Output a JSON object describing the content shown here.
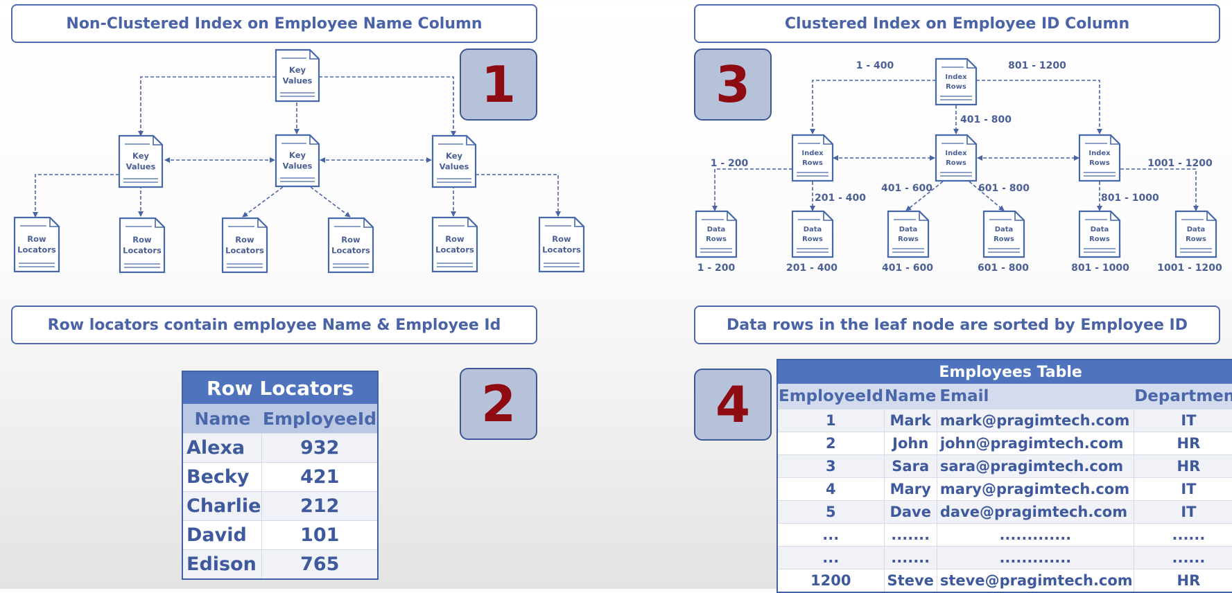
{
  "banners": {
    "top_left": "Non-Clustered Index on Employee Name Column",
    "top_right": "Clustered Index on Employee ID Column",
    "bottom_left": "Row locators contain employee Name & Employee Id",
    "bottom_right": "Data rows in the leaf node are sorted by Employee ID"
  },
  "step_numbers": [
    "1",
    "2",
    "3",
    "4"
  ],
  "nonclustered": {
    "key_values": [
      "Key",
      "Values"
    ],
    "row_locators": [
      "Row",
      "Locators"
    ]
  },
  "clustered": {
    "index_rows": [
      "Index",
      "Rows"
    ],
    "data_rows": [
      "Data",
      "Rows"
    ],
    "range_labels": {
      "root_left": "1 - 400",
      "root_right": "801 - 1200",
      "root_mid": "401 - 800",
      "l_left": "1 - 200",
      "l_right": "201 - 400",
      "m_left": "401 - 600",
      "m_right": "601 - 800",
      "r_left": "801 - 1000",
      "r_right": "1001 - 1200"
    },
    "leaf_labels": [
      "1 - 200",
      "201 - 400",
      "401 - 600",
      "601 - 800",
      "801 - 1000",
      "1001 - 1200"
    ]
  },
  "row_locators_table": {
    "title": "Row Locators",
    "columns": [
      "Name",
      "EmployeeId"
    ],
    "rows": [
      [
        "Alexa",
        "932"
      ],
      [
        "Becky",
        "421"
      ],
      [
        "Charlie",
        "212"
      ],
      [
        "David",
        "101"
      ],
      [
        "Edison",
        "765"
      ]
    ]
  },
  "employees_table": {
    "title": "Employees Table",
    "columns": [
      "EmployeeId",
      "Name",
      "Email",
      "Department"
    ],
    "rows": [
      [
        "1",
        "Mark",
        "mark@pragimtech.com",
        "IT"
      ],
      [
        "2",
        "John",
        "john@pragimtech.com",
        "HR"
      ],
      [
        "3",
        "Sara",
        "sara@pragimtech.com",
        "HR"
      ],
      [
        "4",
        "Mary",
        "mary@pragimtech.com",
        "IT"
      ],
      [
        "5",
        "Dave",
        "dave@pragimtech.com",
        "IT"
      ],
      [
        "...",
        ".......",
        ".............",
        "......"
      ],
      [
        "...",
        ".......",
        ".............",
        "......"
      ],
      [
        "1200",
        "Steve",
        "steve@pragimtech.com",
        "HR"
      ]
    ]
  },
  "colors": {
    "accent_blue": "#4b6bae",
    "number_red": "#8e0b12",
    "number_fill": "#b6c2da",
    "table_header": "#4f74bd"
  }
}
